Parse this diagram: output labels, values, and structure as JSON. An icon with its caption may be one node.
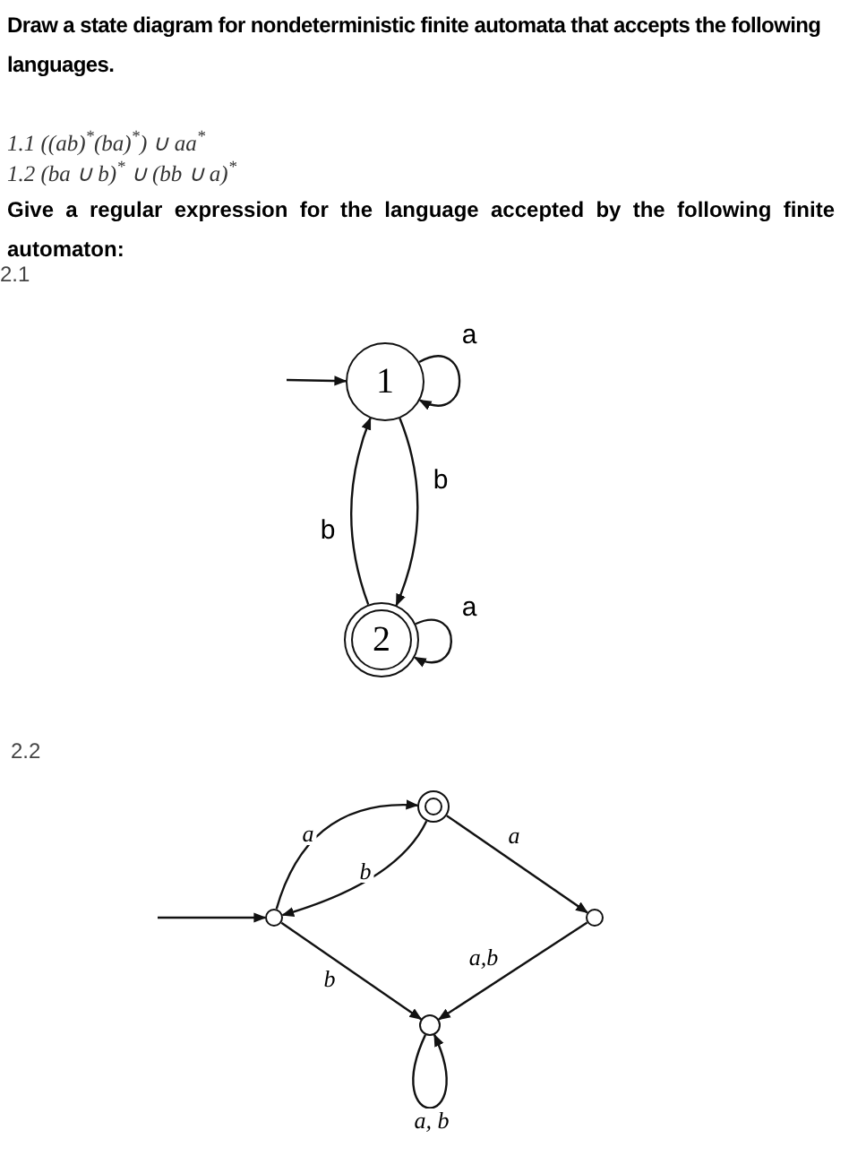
{
  "diagram": {
    "nodes": [
      {
        "text": [
          "1"
        ]
      },
      {
        "text": [
          "2"
        ]
      },
      {
        "text": [],
        "shape": "circle"
      },
      {
        "text": [],
        "shape": "circle"
      },
      {
        "text": [],
        "shape": "circle"
      },
      {
        "text": [],
        "shape": "circle"
      }
    ],
    "edges": [
      {
        "from": null,
        "to": 0,
        "arrow": "to"
      },
      {
        "from": 0,
        "to": 0,
        "arrow": "to",
        "label": "a"
      },
      {
        "from": 0,
        "to": 1,
        "arrow": "to",
        "label": "b"
      },
      {
        "from": 1,
        "to": 0,
        "arrow": "to",
        "label": "b"
      },
      {
        "from": 1,
        "to": 1,
        "arrow": "to",
        "label": "a"
      },
      {
        "from": null,
        "to": 2,
        "arrow": "to"
      },
      {
        "from": 2,
        "to": 3,
        "arrow": "to",
        "label": "a"
      },
      {
        "from": 3,
        "to": 2,
        "arrow": "to",
        "label": "b"
      },
      {
        "from": 3,
        "to": 4,
        "arrow": "to",
        "label": "a"
      },
      {
        "from": 4,
        "to": 5,
        "arrow": "to",
        "label": "a,b"
      },
      {
        "from": 2,
        "to": 5,
        "arrow": "to",
        "label": "b"
      },
      {
        "from": 5,
        "to": 5,
        "arrow": "to",
        "label": "a, b"
      }
    ],
    "labels": [
      "Draw a state diagram for nondeterministic finite automata that accepts the following languages.",
      "1.1 ((ab)$^{*}$(ba)$^{*}$) ∪ aa$^{*}$",
      "1.2 (ba ∪ b)$^{*}$ ∪ (bb ∪ a)$^{*}$",
      "Give a regular expression for the language accepted by the following finite automaton:",
      "2.1",
      "2.2"
    ]
  }
}
